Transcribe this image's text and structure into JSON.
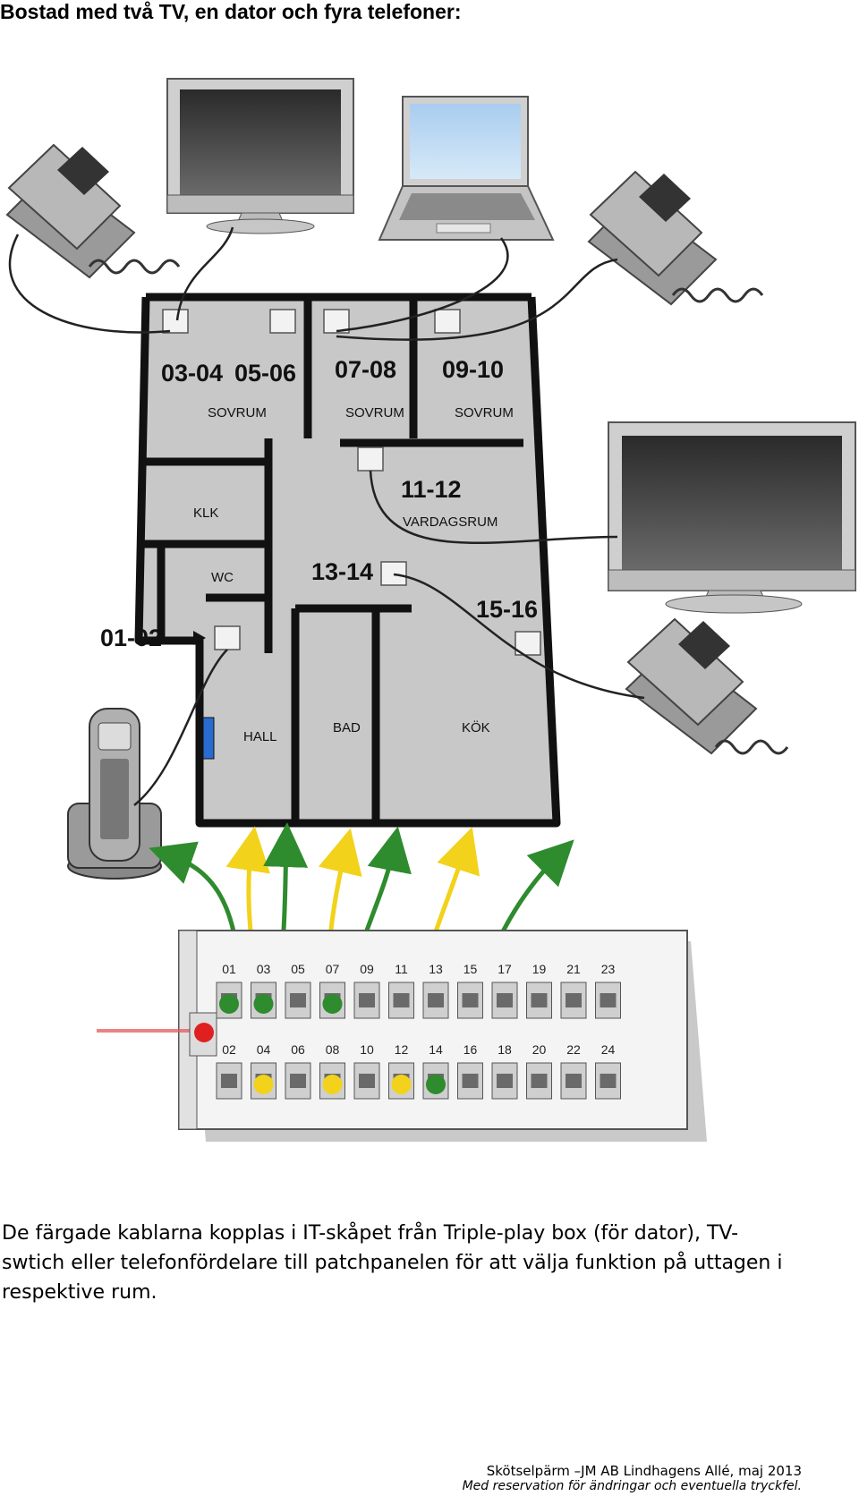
{
  "title": "Bostad med två TV, en dator och fyra telefoner:",
  "caption": "De färgade kablarna kopplas i IT-skåpet från Triple-play box (för dator), TV-swtich eller telefonfördelare till patchpanelen för att välja funktion på uttagen i respektive rum.",
  "footer": {
    "line1": "Skötselpärm –JM AB Lindhagens Allé, maj 2013",
    "line2": "Med reservation för ändringar och eventuella tryckfel."
  },
  "outlets": {
    "o0304": "03-04",
    "o0506": "05-06",
    "o0708": "07-08",
    "o0910": "09-10",
    "o1112": "11-12",
    "o1314": "13-14",
    "o1516": "15-16",
    "o0102": "01-02"
  },
  "rooms": {
    "sovrum1": "SOVRUM",
    "sovrum2": "SOVRUM",
    "sovrum3": "SOVRUM",
    "klk": "KLK",
    "wc": "WC",
    "vardagsrum": "VARDAGSRUM",
    "hall": "HALL",
    "bad": "BAD",
    "kok": "KÖK"
  },
  "patch_panel": {
    "top_ports": [
      "01",
      "03",
      "05",
      "07",
      "09",
      "11",
      "13",
      "15",
      "17",
      "19",
      "21",
      "23"
    ],
    "bottom_ports": [
      "02",
      "04",
      "06",
      "08",
      "10",
      "12",
      "14",
      "16",
      "18",
      "20",
      "22",
      "24"
    ]
  },
  "colors": {
    "green": "#2e8b2e",
    "yellow": "#f2d21b",
    "red": "#e02020",
    "floor": "#c8c8c8",
    "wall": "#111111"
  }
}
